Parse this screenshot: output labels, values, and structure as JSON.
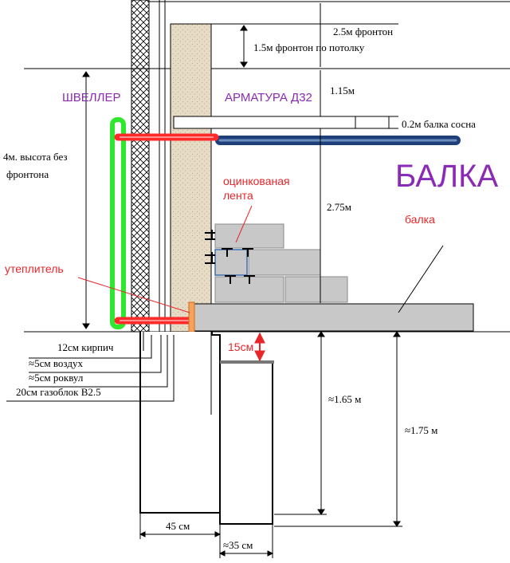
{
  "colors": {
    "red_label": "#e8262a",
    "purple_label": "#8b2bb5",
    "green_channel": "#2ee82e",
    "red_rod": "#ff2a2a",
    "blue_beam": "#1f3f7a",
    "block_gray": "#c8c8c8",
    "wall_beige": "#e6dcc6",
    "outline": "#000000"
  },
  "labels": {
    "frontone_25": "2.5м фронтон",
    "frontone_15": "1.5м фронтон по потолку",
    "dim_115": "1.15м",
    "beam_pine": "0.2м балка сосна",
    "dim_275": "2.75м",
    "height_no_gable_line1": "4м. высота без",
    "height_no_gable_line2": "фронтона",
    "shveller": "ШВЕЛЛЕР",
    "armatura": "АРМАТУРА Д32",
    "balka_big": "БАЛКА",
    "galvanized_line1": "оцинкованая",
    "galvanized_line2": "лента",
    "balka_small": "балка",
    "insulation": "утеплитель",
    "brick_12": "12см кирпич",
    "air_5": "≈5см воздух",
    "rockwool_5": "≈5см роквул",
    "gasblock_20": "20см газоблок В2.5",
    "dim_15cm": "15см",
    "dim_165": "≈1.65 м",
    "dim_175": "≈1.75 м",
    "width_45": "45 см",
    "width_35": "≈35 см"
  }
}
